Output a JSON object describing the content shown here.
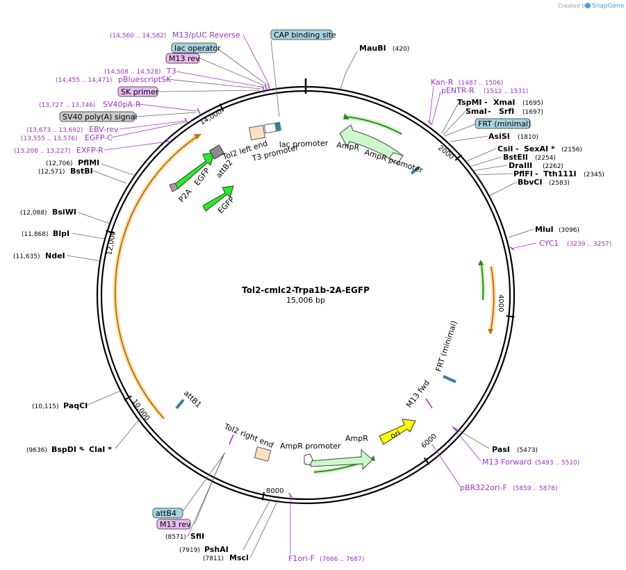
{
  "credit": {
    "prefix": "Created by",
    "brand": "SnapGene"
  },
  "plasmid": {
    "name": "Tol2-cmlc2-Trpa1b-2A-EGFP",
    "length": "15,006 bp"
  },
  "ticks": [
    "2000",
    "4000",
    "6000",
    "8000",
    "10,000",
    "12,000",
    "14,000"
  ],
  "enzymes": [
    {
      "name": "MauBI",
      "pos": "(420)"
    },
    {
      "name": "TspMI",
      "sep": " - ",
      "name2": "XmaI",
      "pos": "(1695)"
    },
    {
      "name": "SmaI",
      "sep": " - ",
      "name2": "SrfI",
      "pos": "(1697)"
    },
    {
      "name": "AsiSI",
      "pos": "(1810)"
    },
    {
      "name": "CsiI",
      "sep": " - ",
      "name2": "SexAI *",
      "pos": "(2156)"
    },
    {
      "name": "BstEII",
      "pos": "(2254)"
    },
    {
      "name": "DraIII",
      "pos": "(2262)"
    },
    {
      "name": "PflFI",
      "sep": " - ",
      "name2": "Tth111I",
      "pos": "(2345)"
    },
    {
      "name": "BbvCI",
      "pos": "(2583)"
    },
    {
      "name": "MluI",
      "pos": "(3096)"
    },
    {
      "name": "PasI",
      "pos": "(5473)"
    },
    {
      "name": "MscI",
      "pos": "(7811)"
    },
    {
      "name": "PshAI",
      "pos": "(7919)"
    },
    {
      "name": "SfiI",
      "pos": "(8571)"
    },
    {
      "name": "BspDI *",
      "sep": " - ",
      "name2": "ClaI *",
      "pos": "(9636)"
    },
    {
      "name": "PaqCI",
      "pos": "(10,115)"
    },
    {
      "name": "NdeI",
      "pos": "(11,635)"
    },
    {
      "name": "BlpI",
      "pos": "(11,868)"
    },
    {
      "name": "BsiWI",
      "pos": "(12,088)"
    },
    {
      "name": "BstBI",
      "pos": "(12,571)"
    },
    {
      "name": "PflMI",
      "pos": "(12,706)"
    }
  ],
  "primers": [
    {
      "name": "M13/pUC Reverse",
      "pos": "(14,560 .. 14,582)"
    },
    {
      "name": "T3",
      "pos": "(14,508 .. 14,528)"
    },
    {
      "name": "pBluescriptSK",
      "pos": "(14,455 .. 14,471)"
    },
    {
      "name": "SV40pA-R",
      "pos": "(13,727 .. 13,746)"
    },
    {
      "name": "EBV-rev",
      "pos": "(13,673 .. 13,692)"
    },
    {
      "name": "EGFP-C",
      "pos": "(13,555 .. 13,576)"
    },
    {
      "name": "EXFP-R",
      "pos": "(13,208 .. 13,227)"
    },
    {
      "name": "Kan-R",
      "pos": "(1487 .. 1506)"
    },
    {
      "name": "pENTR-R",
      "pos": "(1512 .. 1531)"
    },
    {
      "name": "CYC1",
      "pos": "(3239 .. 3257)"
    },
    {
      "name": "M13 Forward",
      "pos": "(5493 .. 5510)"
    },
    {
      "name": "pBR322ori-F",
      "pos": "(5859 .. 5878)"
    },
    {
      "name": "F1ori-F",
      "pos": "(7666 .. 7687)"
    }
  ],
  "boxed": [
    {
      "label": "CAP binding site",
      "fill": "#a6d3df"
    },
    {
      "label": "lac operator",
      "fill": "#a6d3df"
    },
    {
      "label": "M13 rev",
      "fill": "#e8b8f0"
    },
    {
      "label": "SK primer",
      "fill": "#e8b8f0"
    },
    {
      "label": "SV40 poly(A) signal",
      "fill": "#c8c8c8"
    },
    {
      "label": "FRT (minimal)",
      "fill": "#a6d3df"
    },
    {
      "label": "attB4",
      "fill": "#a6d3df"
    },
    {
      "label": "M13 rev",
      "fill": "#e8b8f0"
    }
  ],
  "features": [
    "Tol2 left end",
    "T3 promoter",
    "lac promoter",
    "AmpR",
    "AmpR promoter",
    "attB2",
    "EGFP",
    "P2A",
    "EGFP",
    "FRT (minimal)",
    "M13 fwd",
    "ori",
    "AmpR",
    "AmpR promoter",
    "Tol2 right end",
    "attB1"
  ],
  "colors": {
    "ampr": "#ccf8cc",
    "ampr_stroke": "#444444",
    "egfp": "#22ee22",
    "ori": "#ffff00",
    "orange_arc": "#f0a020",
    "green_arc": "#33aa33",
    "primer": "#9b30c9",
    "tol2_box": "#fde1c3",
    "attB": "#3a7f9a"
  }
}
